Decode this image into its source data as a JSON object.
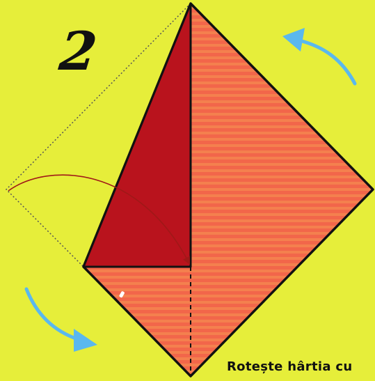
{
  "step": {
    "number": "2"
  },
  "instruction": {
    "text": "Rotește hârtia cu"
  },
  "colors": {
    "background": "#e6ee3a",
    "paper_front": "#f2664a",
    "paper_stripe": "#f4804e",
    "paper_back": "#b9131d",
    "outline": "#111111",
    "fold_arrow": "#a01818",
    "rotate_arrow": "#5ab8ee"
  },
  "icons": {
    "fold": "curved-fold-arrow",
    "rotate_top": "rotate-arrow",
    "rotate_bottom": "rotate-arrow"
  }
}
